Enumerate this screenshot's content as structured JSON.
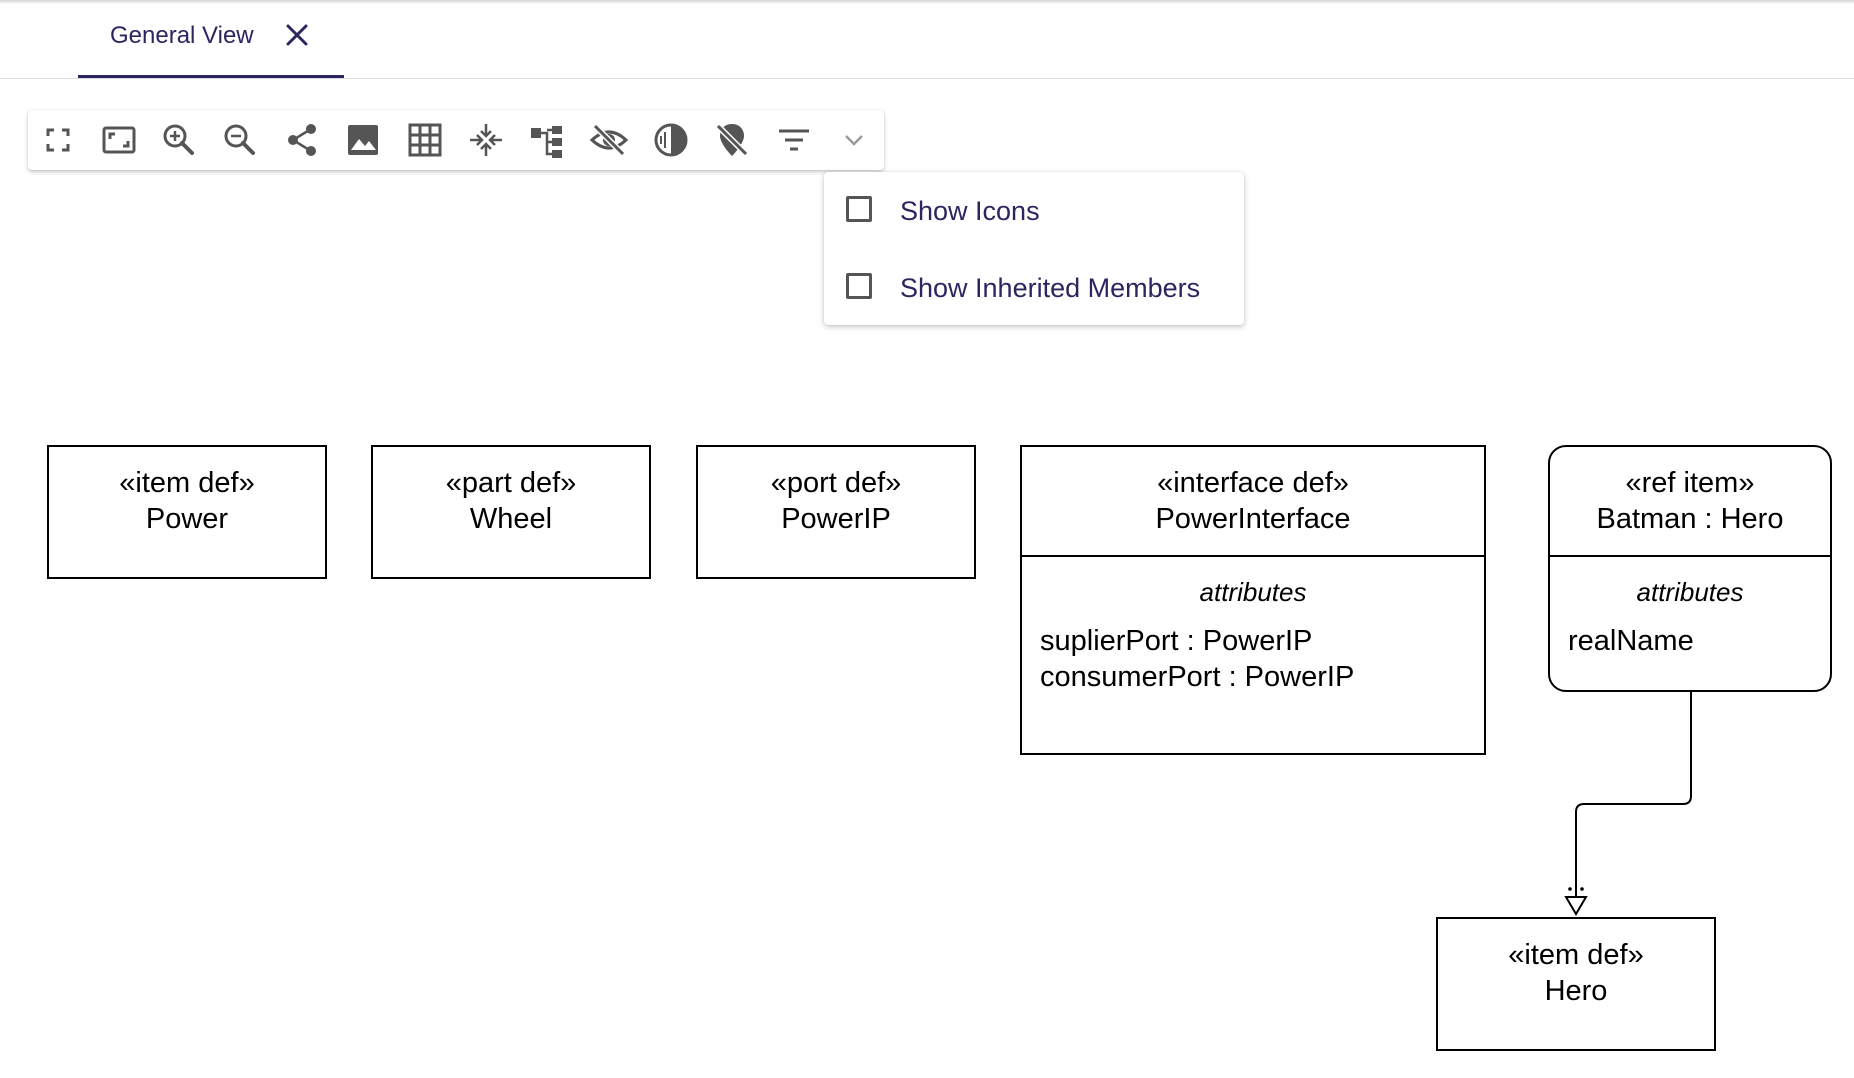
{
  "tab": {
    "label": "General View"
  },
  "toolbar": {
    "buttons": [
      "fullscreen-icon",
      "fit-to-screen-icon",
      "zoom-in-icon",
      "zoom-out-icon",
      "share-icon",
      "export-image-icon",
      "grid-icon",
      "arrange-all-icon",
      "layout-icon",
      "hide-icon",
      "contrast-icon",
      "pin-off-icon",
      "filter-icon",
      "chevron-down-icon"
    ]
  },
  "filter_menu": {
    "items": [
      {
        "label": "Show Icons",
        "checked": false
      },
      {
        "label": "Show Inherited Members",
        "checked": false
      }
    ]
  },
  "diagram": {
    "nodes": {
      "power": {
        "stereotype": "«item def»",
        "name": "Power"
      },
      "wheel": {
        "stereotype": "«part def»",
        "name": "Wheel"
      },
      "powerip": {
        "stereotype": "«port def»",
        "name": "PowerIP"
      },
      "powerinterface": {
        "stereotype": "«interface def»",
        "name": "PowerInterface",
        "compartment": "attributes",
        "attributes": [
          "suplierPort : PowerIP",
          "consumerPort : PowerIP"
        ]
      },
      "batman": {
        "stereotype": "«ref item»",
        "name": "Batman : Hero",
        "compartment": "attributes",
        "attributes": [
          "realName"
        ]
      },
      "hero": {
        "stereotype": "«item def»",
        "name": "Hero"
      }
    }
  },
  "colors": {
    "accent": "#2b2560",
    "icon": "#555555",
    "border": "#000000"
  }
}
